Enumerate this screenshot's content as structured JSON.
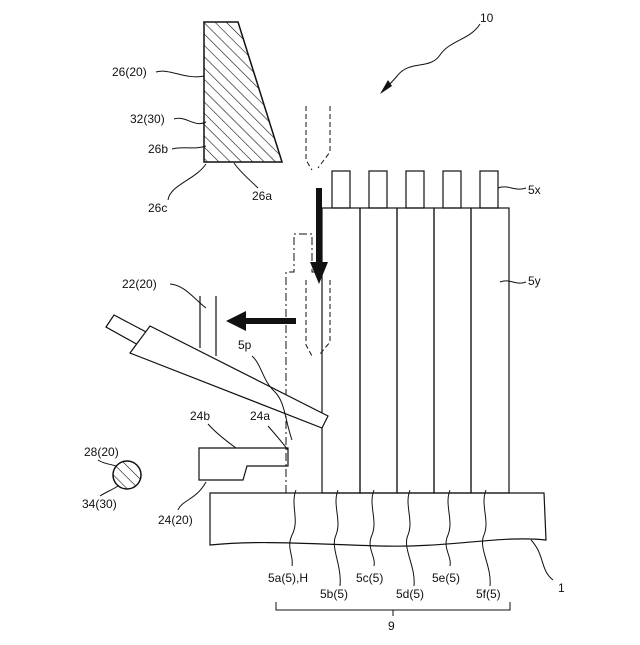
{
  "labels": {
    "figure_ref": "10",
    "l26_20": "26(20)",
    "l32_30": "32(30)",
    "l26b": "26b",
    "l26c": "26c",
    "l26a": "26a",
    "l5x": "5x",
    "l5y": "5y",
    "l22_20": "22(20)",
    "l5p": "5p",
    "l24b": "24b",
    "l24a": "24a",
    "l28_20": "28(20)",
    "l34_30": "34(30)",
    "l24_20": "24(20)",
    "l5a": "5a(5),H",
    "l5b": "5b(5)",
    "l5c": "5c(5)",
    "l5d": "5d(5)",
    "l5e": "5e(5)",
    "l5f": "5f(5)",
    "l1": "1",
    "l9": "9"
  }
}
